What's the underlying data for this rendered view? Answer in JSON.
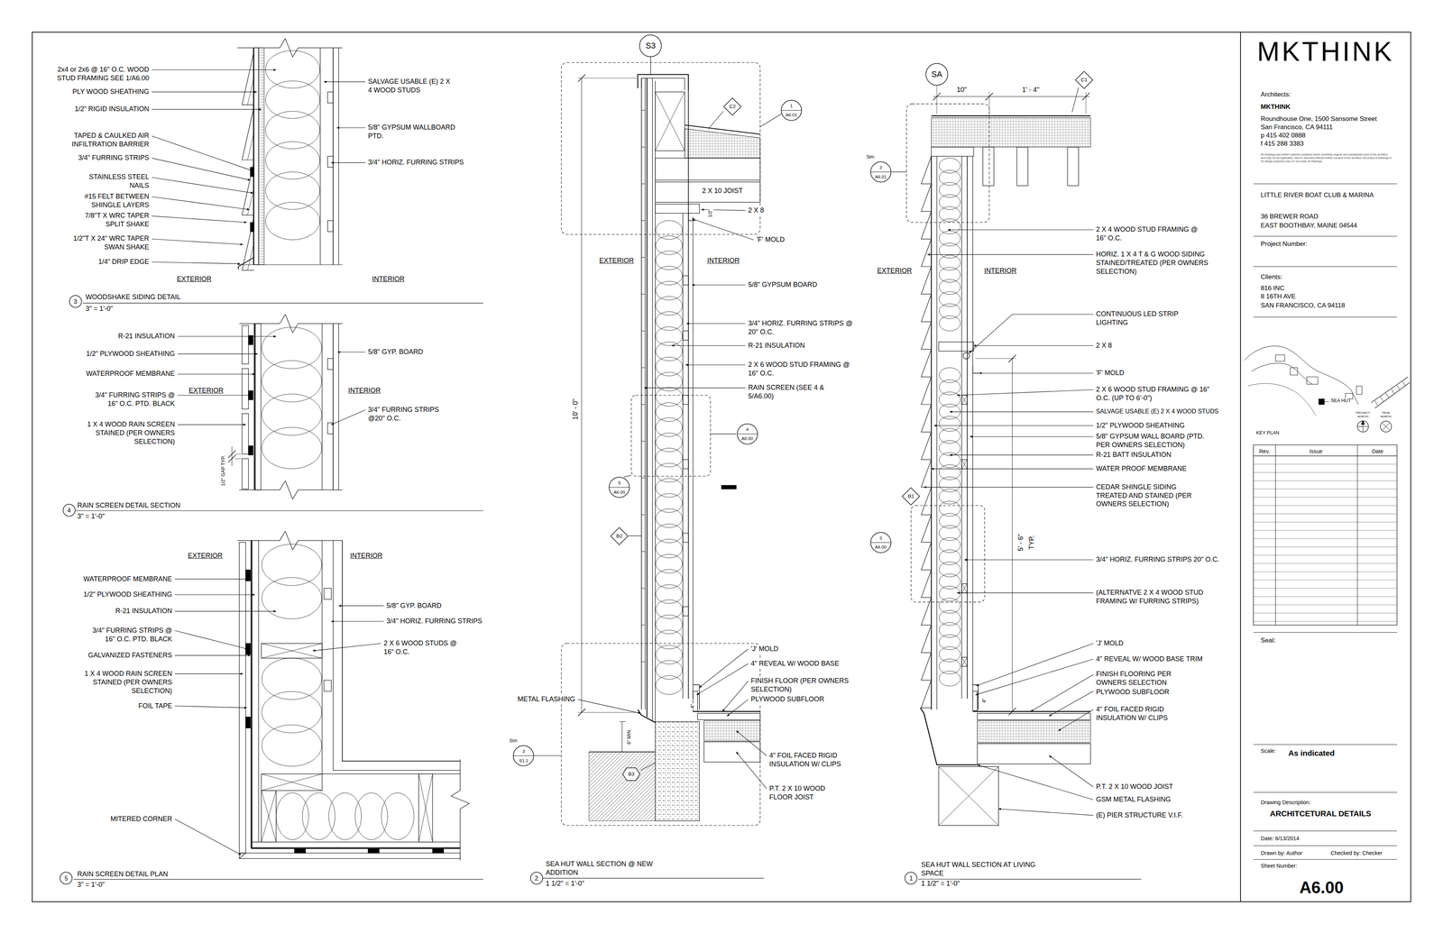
{
  "diagram": {
    "nodes": [
      {
        "text": [
          "3"
        ]
      },
      {
        "text": [
          "4"
        ]
      },
      {
        "text": [
          "5"
        ]
      },
      {
        "text": [
          "S3"
        ]
      },
      {
        "text": [
          "C2"
        ]
      },
      {
        "text": [
          "1",
          "A6.01"
        ]
      },
      {
        "text": [
          "4",
          "A6.00"
        ]
      },
      {
        "text": [
          "5",
          "A6.00"
        ]
      },
      {
        "text": [
          "B2"
        ]
      },
      {
        "text": [
          "Sim",
          "3",
          "S1.1"
        ]
      },
      {
        "text": [
          "B3"
        ]
      },
      {
        "text": [
          "2"
        ]
      },
      {
        "text": [
          "SA"
        ]
      },
      {
        "text": [
          "C1"
        ]
      },
      {
        "text": [
          "Sim",
          "3",
          "A6.01"
        ]
      },
      {
        "text": [
          "B1"
        ]
      },
      {
        "text": [
          "3",
          "A6.00"
        ]
      },
      {
        "text": [
          "1"
        ]
      }
    ],
    "labels": [
      "2x4 or 2x6 @ 16\" O.C. WOOD STUD FRAMING SEE 1/A6.00",
      "PLY WOOD SHEATHING",
      "1/2\" RIGID INSULATION",
      "TAPED & CAULKED AIR INFILTRATION BARRIER",
      "3/4\" FURRING STRIPS",
      "STAINLESS STEEL NAILS",
      "#15 FELT BETWEEN SHINGLE LAYERS",
      "7/8\"T X WRC TAPER SPLIT SHAKE",
      "1/2\"T X 24\" WRC TAPER SWAN SHAKE",
      "1/4\" DRIP EDGE",
      "SALVAGE USABLE (E) 2 X 4 WOOD STUDS",
      "5/8\" GYPSUM WALLBOARD PTD.",
      "3/4\" HORIZ. FURRING STRIPS",
      "EXTERIOR",
      "INTERIOR",
      "WOODSHAKE SIDING DETAIL",
      "3\" = 1'-0\"",
      "R-21 INSULATION",
      "1/2\" PLYWOOD SHEATHING",
      "WATERPROOF MEMBRANE",
      "3/4\" FURRING STRIPS @ 16\" O.C. PTD. BLACK",
      "1 X 4 WOOD RAIN SCREEN STAINED (PER OWNERS SELECTION)",
      "EXTERIOR",
      "INTERIOR",
      "5/8\" GYP. BOARD",
      "3/4\" FURRING STRIPS @20\" O.C.",
      "1/2\" GAP TYP.",
      "RAIN SCREEN DETAIL SECTION",
      "3\" = 1'-0\"",
      "EXTERIOR",
      "INTERIOR",
      "WATERPROOF MEMBRANE",
      "1/2\" PLYWOOD SHEATHING",
      "R-21 INSULATION",
      "3/4\" FURRING STRIPS @ 16\" O.C. PTD. BLACK",
      "GALVANIZED FASTENERS",
      "1 X 4 WOOD RAIN SCREEN STAINED (PER OWNERS SELECTION)",
      "FOIL TAPE",
      "MITERED CORNER",
      "5/8\" GYP. BOARD",
      "3/4\" HORIZ. FURRING STRIPS",
      "2 X 6 WOOD STUDS @ 16\" O.C.",
      "RAIN SCREEN DETAIL PLAN",
      "3\" = 1'-0\"",
      "2 X 10 JOIST",
      "2 X 8",
      "1/2\"",
      "'F' MOLD",
      "EXTERIOR",
      "INTERIOR",
      "5/8\" GYPSUM BOARD",
      "3/4\" HORIZ. FURRING STRIPS @ 20\" O.C.",
      "R-21 INSULATION",
      "2 X 6 WOOD STUD FRAMING @ 16\" O.C.",
      "RAIN SCREEN (SEE 4 & 5/A6.00)",
      "10' - 0\"",
      "'J' MOLD",
      "4\" REVEAL W/ WOOD BASE",
      "FINISH FLOOR (PER OWNERS SELECTION)",
      "PLYWOOD SUBFLOOR",
      "METAL FLASHING",
      "6\" MIN.",
      "4\"",
      "4\" FOIL FACED RIGID INSULATION W/ CLIPS",
      "P.T. 2 X 10 WOOD FLOOR JOIST",
      "SEA HUT WALL SECTION @ NEW ADDITION",
      "1 1/2\" = 1'-0\"",
      "10\"",
      "1' - 4\"",
      "2 X 4 WOOD STUD FRAMING @ 16\" O.C.",
      "HORIZ. 1 X 4 T & G WOOD SIDING STAINED/TREATED (PER OWNERS SELECTION)",
      "EXTERIOR",
      "INTERIOR",
      "CONTINUOUS LED STRIP LIGHTING",
      "2 X 8",
      "'F' MOLD",
      "2 X 6 WOOD STUD FRAMING @ 16\" O.C. (UP TO 6'-0\")",
      "SALVAGE USABLE (E) 2 X 4 WOOD STUDS",
      "1/2\" PLYWOOD SHEATHING",
      "5/8\" GYPSUM WALL BOARD (PTD. PER OWNERS SELECTION)",
      "R-21 BATT INSULATION",
      "WATER PROOF MEMBRANE",
      "CEDAR SHINGLE SIDING TREATED AND STAINED (PER OWNERS SELECTION)",
      "5' - 6\"",
      "TYP.",
      "3/4\" HORIZ. FURRING STRIPS 20\" O.C.",
      "(ALTERNATVE 2 X 4 WOOD STUD FRAMING W/ FURRING STRIPS)",
      "'J' MOLD",
      "4\" REVEAL W/ WOOD BASE TRIM",
      "FINISH FLOORING PER OWNERS SELECTION",
      "PLYWOOD SUBFLOOR",
      "4\" FOIL FACED RIGID INSULATION W/ CLIPS",
      "4\"",
      "P.T. 2 X 10 WOOD JOIST",
      "GSM METAL FLASHING",
      "(E) PIER STRUCTURE V.I.F.",
      "SEA HUT WALL SECTION AT LIVING SPACE",
      "1 1/2\" = 1'-0\"",
      "MKTHINK",
      "Architects:",
      "MKTHINK",
      "Roundhouse One, 1500 Sansome Street",
      "San Francisco, CA 94111",
      "p 415 402 0888",
      "f 415 288 3383",
      "All drawings and written material contained herein constitute original and unpublished work of the architect and may not be duplicated, used or disclosed without written consent of the architect. Accuracy of drawings is for design purposes only. Do not scale off drawings.",
      "LITTLE RIVER BOAT CLUB & MARINA",
      "36 BREWER ROAD",
      "EAST BOOTHBAY, MAINE 04544",
      "Project Number:",
      "Clients:",
      "816 INC",
      "8 16TH AVE",
      "SAN FRANCISCO, CA 94118",
      "SEA HUT",
      "PROJECT NORTH",
      "TRUE NORTH",
      "KEY PLAN",
      "Rev.",
      "Issue",
      "Date",
      "Seal:",
      "Scale:",
      "As indicated",
      "Drawing Description:",
      "ARCHITCETURAL DETAILS",
      "Date: 6/13/2014",
      "Drawn by: Author",
      "Checked by: Checker",
      "Sheet Number:",
      "A6.00"
    ]
  }
}
